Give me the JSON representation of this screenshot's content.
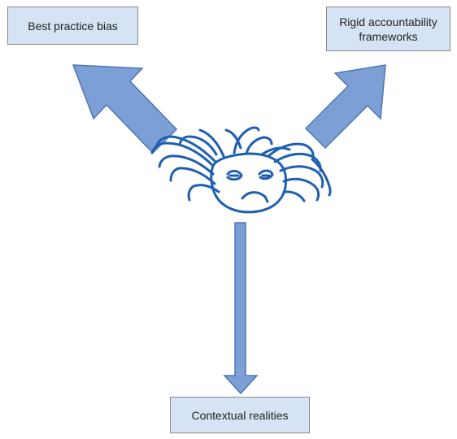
{
  "boxes": {
    "top_left": "Best practice bias",
    "top_right": "Rigid accountability frameworks",
    "bottom": "Contextual realities"
  },
  "colors": {
    "box_fill": "#d6e3f5",
    "box_border": "#8a8a8a",
    "arrow_fill": "#7c9fd6",
    "arrow_stroke": "#4f77b3",
    "sketch_stroke": "#1f5fb0"
  },
  "icons": {
    "center_figure": "stressed-face-sketch-icon"
  }
}
